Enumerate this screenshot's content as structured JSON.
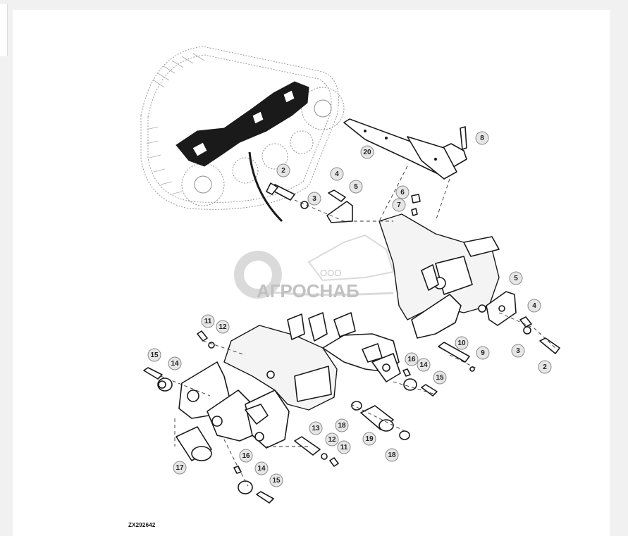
{
  "diagram_code": "ZX292642",
  "watermark": {
    "prefix": "ООО",
    "brand": "АГРОСНАБ"
  },
  "callouts": [
    {
      "label": "2"
    },
    {
      "label": "3"
    },
    {
      "label": "4"
    },
    {
      "label": "5"
    },
    {
      "label": "6"
    },
    {
      "label": "7"
    },
    {
      "label": "8"
    },
    {
      "label": "20"
    },
    {
      "label": "5"
    },
    {
      "label": "4"
    },
    {
      "label": "3"
    },
    {
      "label": "2"
    },
    {
      "label": "10"
    },
    {
      "label": "9"
    },
    {
      "label": "11"
    },
    {
      "label": "12"
    },
    {
      "label": "15"
    },
    {
      "label": "14"
    },
    {
      "label": "16"
    },
    {
      "label": "14"
    },
    {
      "label": "15"
    },
    {
      "label": "18"
    },
    {
      "label": "19"
    },
    {
      "label": "18"
    },
    {
      "label": "13"
    },
    {
      "label": "12"
    },
    {
      "label": "11"
    },
    {
      "label": "17"
    },
    {
      "label": "16"
    },
    {
      "label": "14"
    },
    {
      "label": "15"
    }
  ]
}
